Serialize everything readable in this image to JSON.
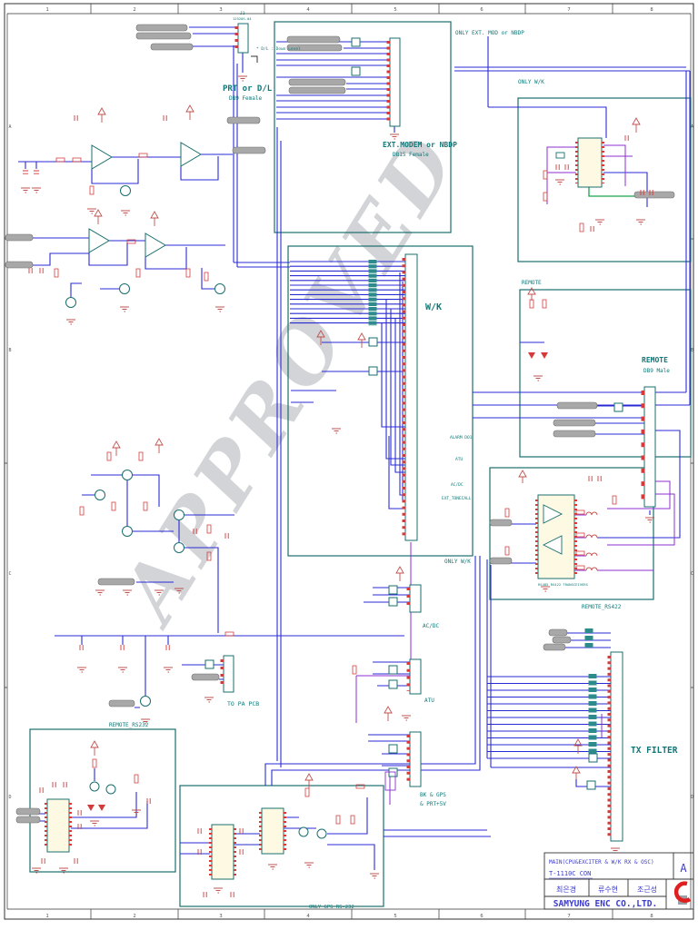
{
  "page": {
    "watermark": "APPROVED"
  },
  "zones": {
    "top": [
      "1",
      "2",
      "3",
      "4",
      "5",
      "6",
      "7",
      "8"
    ],
    "bottom": [
      "1",
      "2",
      "3",
      "4",
      "5",
      "6",
      "7",
      "8"
    ],
    "left": [
      "A",
      "B",
      "C",
      "D"
    ],
    "right": [
      "A",
      "B",
      "C",
      "D"
    ]
  },
  "labels": {
    "prt_title": "PRT or D/L",
    "prt_sub": "DB9 Female",
    "prt_note": "* D/L : Down Level",
    "j1_ref": "J1",
    "j1_part": "12520S-04",
    "ext_only": "ONLY EXT. MOD or NBDP",
    "ext_title": "EXT.MODEM or NBDP",
    "ext_sub": "DB15 Female",
    "wk_only_top": "ONLY W/K",
    "wk_big": "W/K",
    "grp_alarm": "ALARM DO1",
    "grp_atu": "ATU",
    "grp_acdc": "AC/DC",
    "grp_tone": "EXT_TONECALL",
    "wk_only_mid": "ONLY W/K",
    "conn_acdc": "AC/DC",
    "conn_atu": "ATU",
    "conn_bk": "BK & GPS",
    "conn_bk2": "& PRT+5V",
    "remote_box": "REMOTE",
    "remote_conn": "REMOTE",
    "remote_sub": "DB9 Male",
    "rs422_box": "REMOTE_RS422",
    "rs422_ic": "RS485 RS422 TRANSCEIVERS",
    "rs232_box": "REMOTE_RS232",
    "gps_box": "ONLY GPS RS-232",
    "tx": "TX FILTER",
    "pa": "TO PA PCB"
  },
  "title_block": {
    "doc_title": "MAIN(CPU&EXCITER & W/K RX & OSC)",
    "doc_number": "T-1110C CON",
    "approver_1": "최은경",
    "approver_2": "류수현",
    "approver_3": "조근성",
    "company": "SAMYUNG ENC CO.,LTD.",
    "rev": "A"
  }
}
